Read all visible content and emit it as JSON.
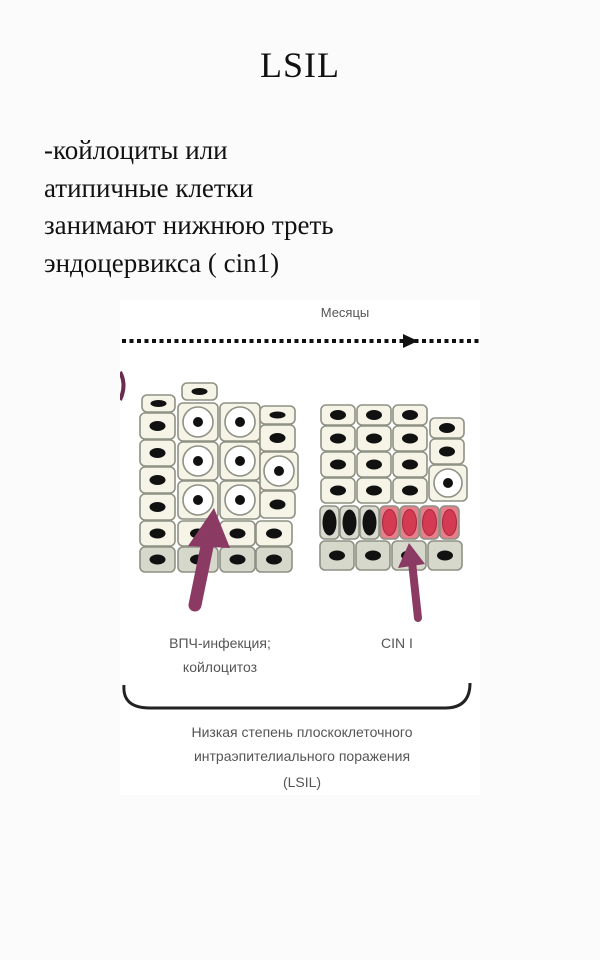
{
  "title": "LSIL",
  "body_lines": [
    "-койлоциты или",
    "атипичные клетки",
    "занимают нижнюю треть",
    "эндоцервикса ( cin1)"
  ],
  "figure": {
    "axis_label": "Месяцы",
    "left_label_line1": "ВПЧ-инфекция;",
    "left_label_line2": "койлоцитоз",
    "right_label": "CIN I",
    "caption_line1": "Низкая степень плоскоклеточного",
    "caption_line2": "интраэпителиального поражения",
    "caption_line3": "(LSIL)",
    "colors": {
      "arrow": "#8a3a63",
      "cell": "#f6f4e6",
      "basal": "#d6d8cc",
      "dysplastic": "#e77e8a",
      "nucleus_red": "#d43a52"
    }
  }
}
